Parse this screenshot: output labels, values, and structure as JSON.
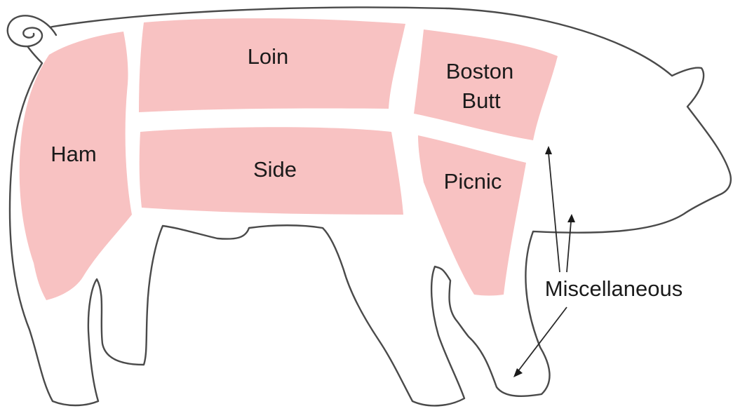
{
  "colors": {
    "cut_fill": "#f8c2c2",
    "outline": "#4a4a4a",
    "background": "#ffffff"
  },
  "cuts": {
    "loin": "Loin",
    "boston_butt_line1": "Boston",
    "boston_butt_line2": "Butt",
    "ham": "Ham",
    "side": "Side",
    "picnic": "Picnic"
  },
  "misc": {
    "label": "Miscellaneous"
  }
}
